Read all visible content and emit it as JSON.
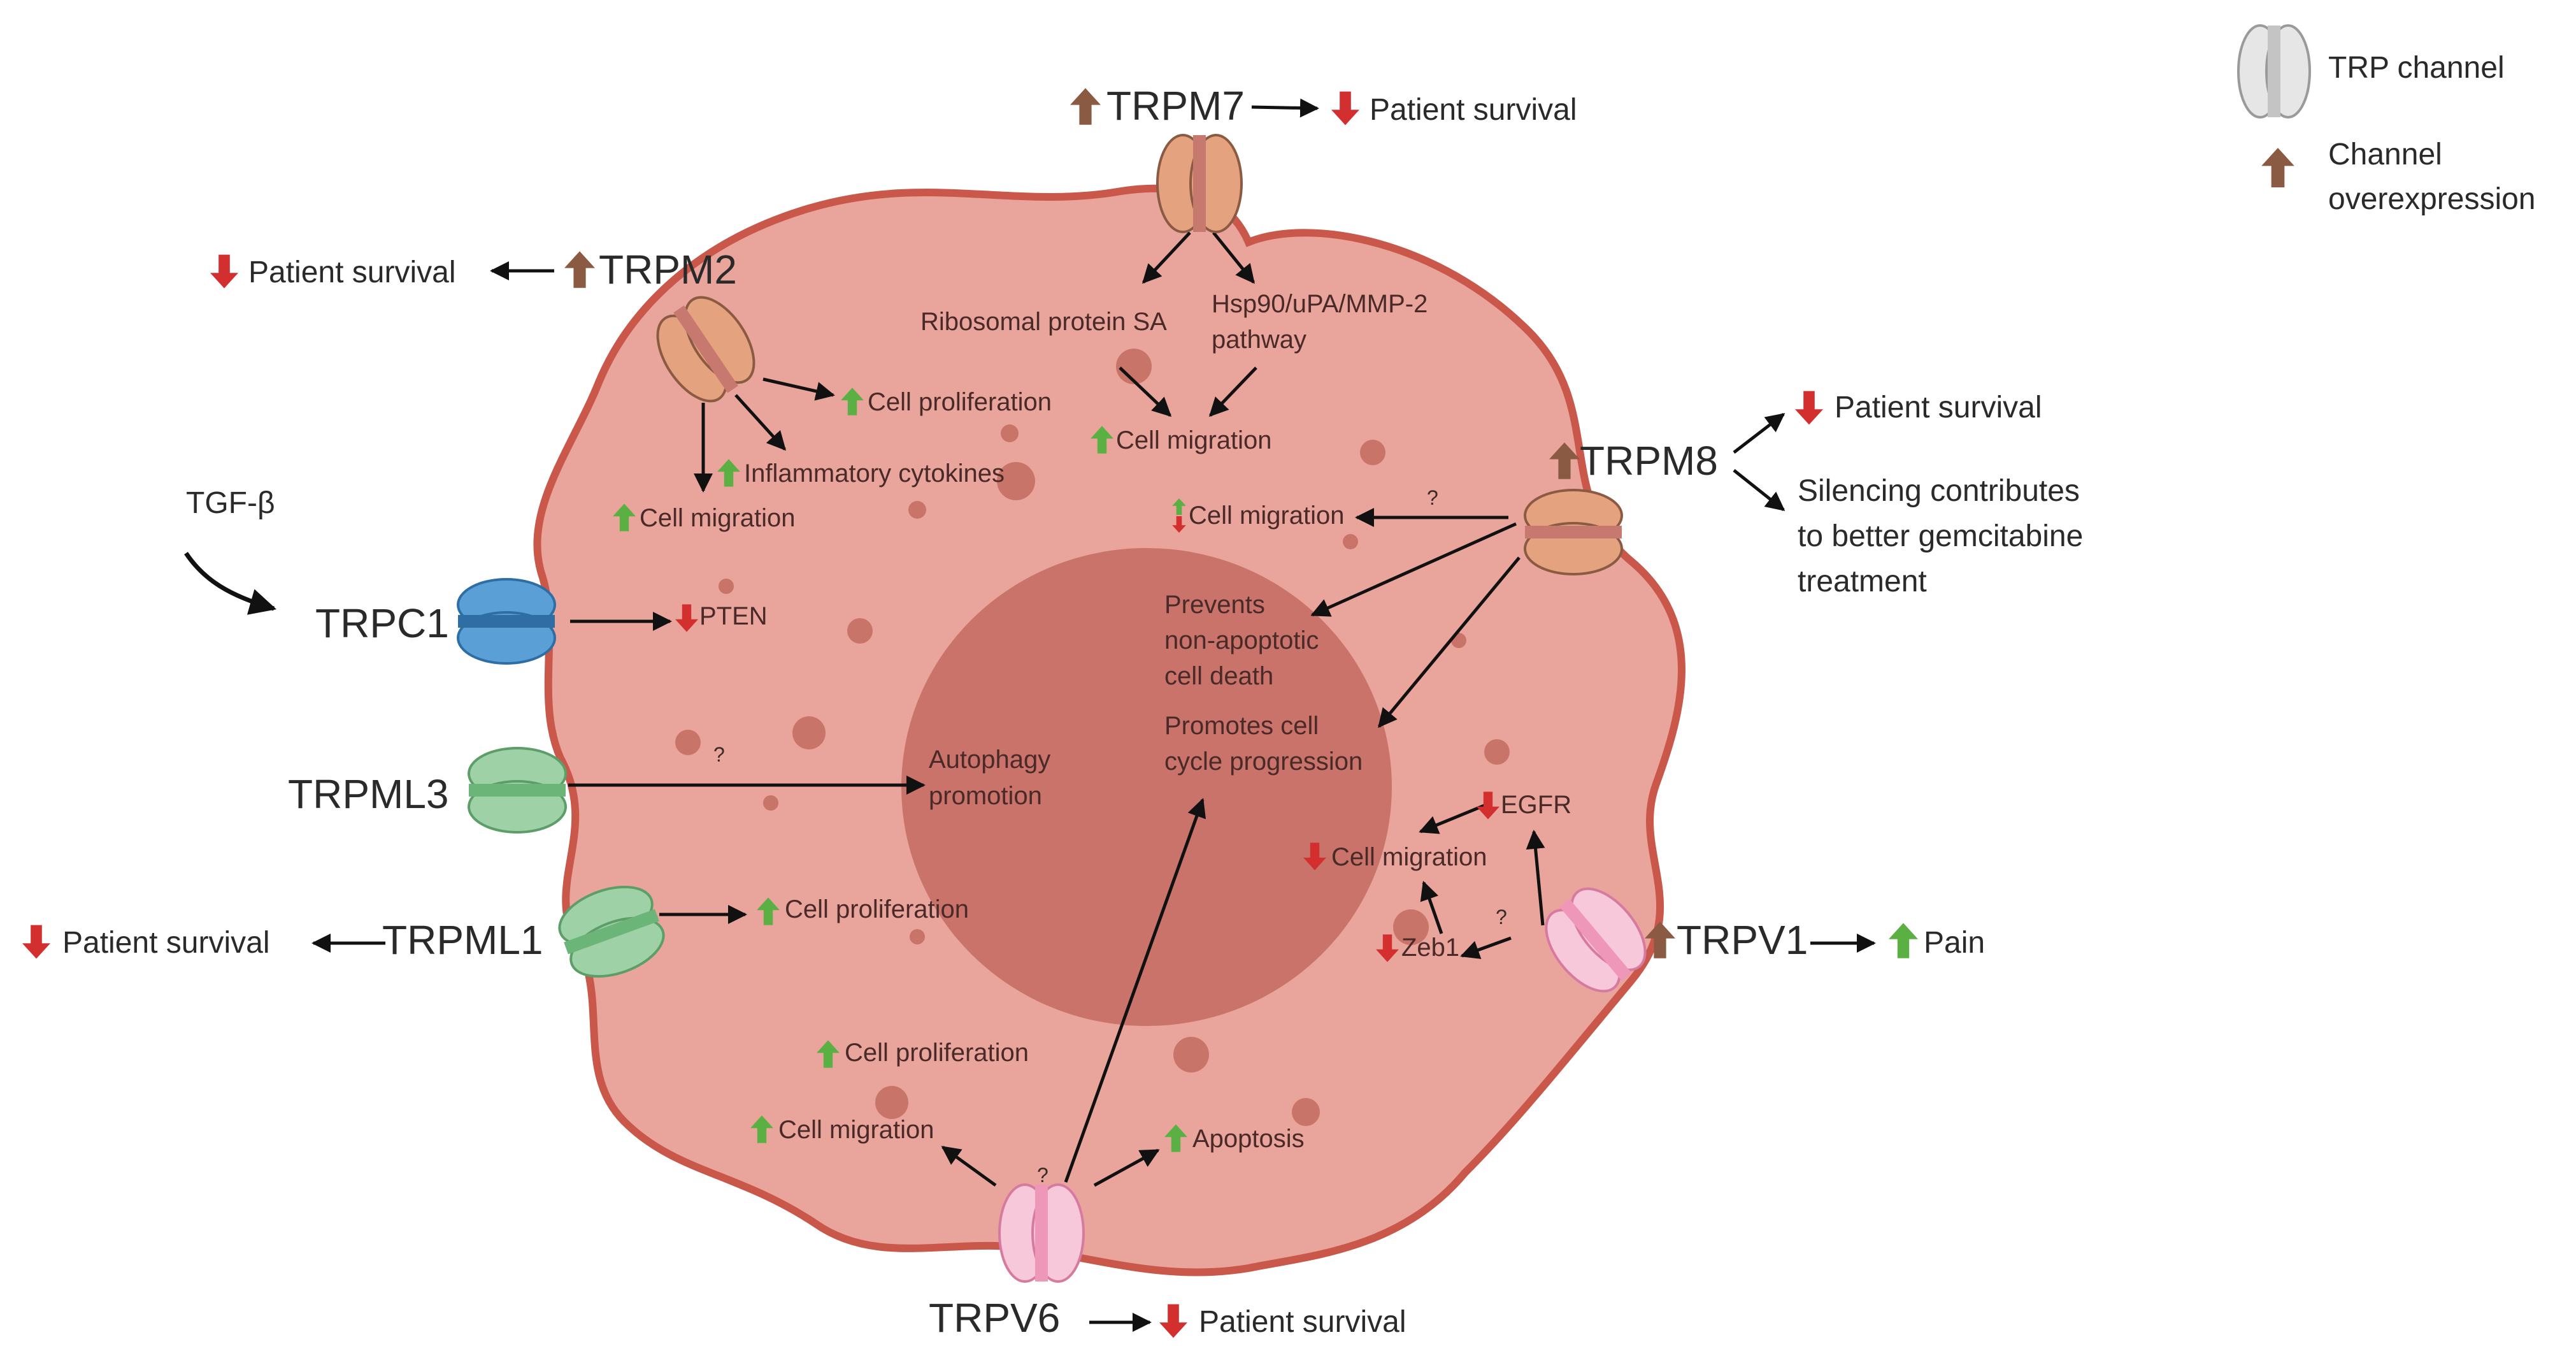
{
  "colors": {
    "up_brown": "#8b5a42",
    "up_green": "#5bb043",
    "down_red": "#d32f2f",
    "cell_fill": "#e9a59b",
    "cell_border": "#c9574a",
    "nucleus": "#c9736a"
  },
  "legend": {
    "trp_channel": "TRP channel",
    "overexpression": [
      "Channel",
      "overexpression"
    ]
  },
  "channels": {
    "trpm7": "TRPM7",
    "trpm2": "TRPM2",
    "trpm8": "TRPM8",
    "trpc1": "TRPC1",
    "trpml3": "TRPML3",
    "trpml1": "TRPML1",
    "trpv1": "TRPV1",
    "trpv6": "TRPV6"
  },
  "outside": {
    "tgfb": "TGF-β",
    "ps_trpm7": "Patient survival",
    "ps_trpm2": "Patient survival",
    "ps_trpm8": "Patient survival",
    "silencing": [
      "Silencing  contributes",
      "to better gemcitabine",
      "treatment"
    ],
    "ps_trpml1": "Patient survival",
    "pain": "Pain",
    "ps_trpv6": "Patient survival"
  },
  "inside": {
    "ribosomal": "Ribosomal protein SA",
    "hsp90": [
      "Hsp90/uPA/MMP-2",
      "pathway"
    ],
    "cm_trpm7": "Cell migration",
    "cp_trpm2": "Cell proliferation",
    "inflam": "Inflammatory cytokines",
    "cm_trpm2": "Cell migration",
    "cm_trpm8": "Cell migration",
    "pten": "PTEN",
    "prevents": [
      "Prevents",
      "non-apoptotic",
      "cell death"
    ],
    "promotes": [
      "Promotes cell",
      "cycle progression"
    ],
    "autophagy": [
      "Autophagy",
      "promotion"
    ],
    "egfr": "EGFR",
    "cm_trpv1": "Cell migration",
    "zeb1": "Zeb1",
    "cp_trpml1": "Cell proliferation",
    "cp_trpv6": "Cell proliferation",
    "cm_trpv6": "Cell migration",
    "apoptosis": "Apoptosis",
    "q": "?"
  }
}
